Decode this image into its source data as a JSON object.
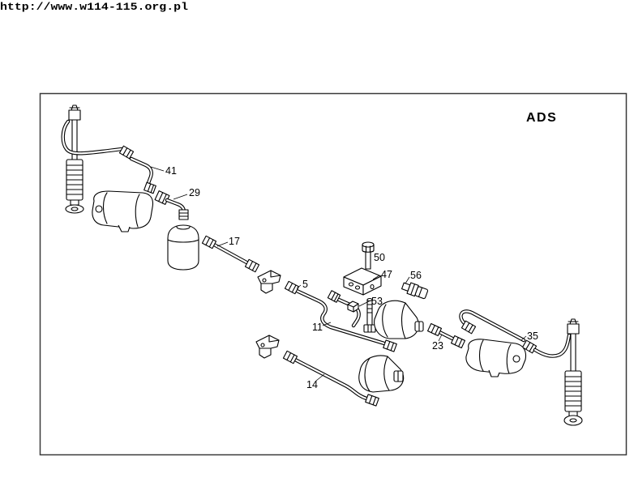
{
  "source_url": "http://www.w114-115.org.pl",
  "diagram": {
    "title": "ADS",
    "callouts": [
      "41",
      "29",
      "17",
      "50",
      "47",
      "56",
      "5",
      "53",
      "11",
      "23",
      "35",
      "14"
    ]
  },
  "colors": {
    "ink": "#000000",
    "paper": "#ffffff",
    "frame": "#3a3a3a"
  }
}
